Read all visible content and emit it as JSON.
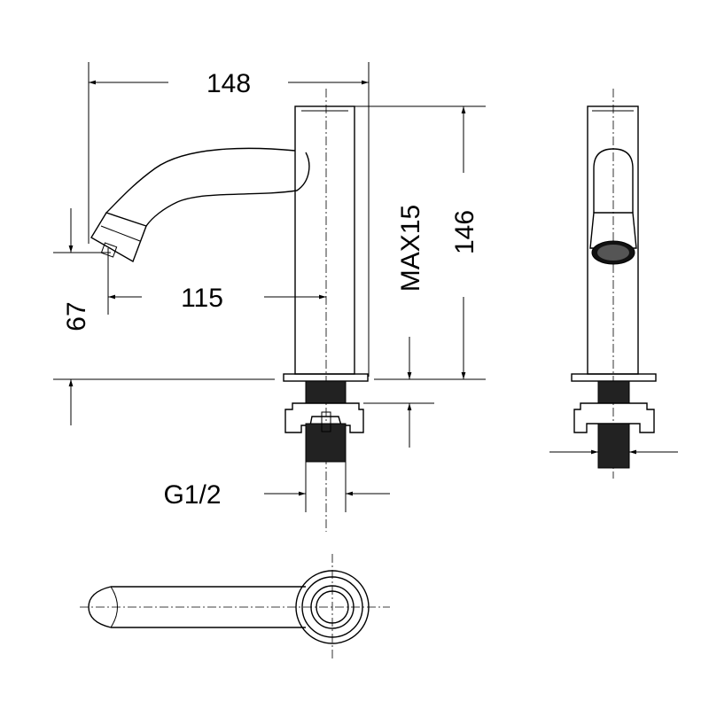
{
  "dimensions": {
    "overall_reach": "148",
    "overall_height": "146",
    "spout_reach": "115",
    "spout_height": "67",
    "max_deck_thickness": "MAX15",
    "thread_size": "G1/2"
  }
}
